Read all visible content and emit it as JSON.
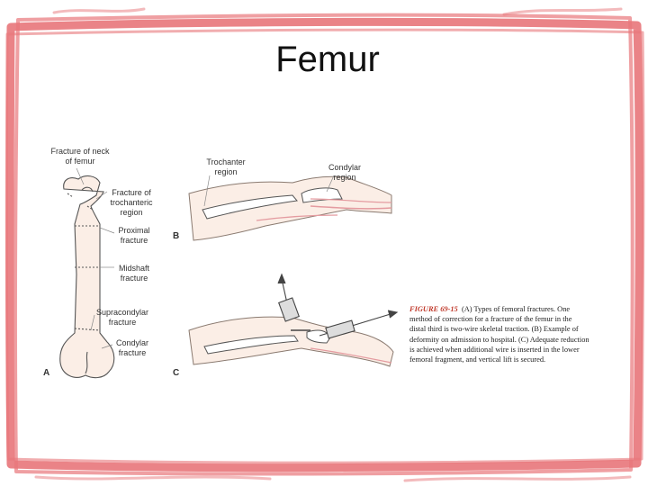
{
  "slide": {
    "title": "Femur",
    "frame_color": "#e8767a"
  },
  "figure": {
    "panel_a": {
      "letter": "A",
      "labels": {
        "neck": "Fracture of neck\nof femur",
        "trochanteric": "Fracture of\ntrochanteric\nregion",
        "proximal": "Proximal\nfracture",
        "midshaft": "Midshaft\nfracture",
        "supracondylar": "Supracondylar\nfracture",
        "condylar": "Condylar\nfracture"
      }
    },
    "panel_b": {
      "letter": "B",
      "labels": {
        "trochanter": "Trochanter\nregion",
        "condylar": "Condylar\nregion"
      }
    },
    "panel_c": {
      "letter": "C"
    },
    "caption": {
      "figure_label": "FIGURE 69-15",
      "text": "(A) Types of femoral fractures. One method of correction for a fracture of the femur in the distal third is two-wire skeletal traction. (B) Example of deformity on admission to hospital. (C) Adequate reduction is achieved when additional wire is inserted in the lower femoral fragment, and vertical lift is secured."
    }
  }
}
